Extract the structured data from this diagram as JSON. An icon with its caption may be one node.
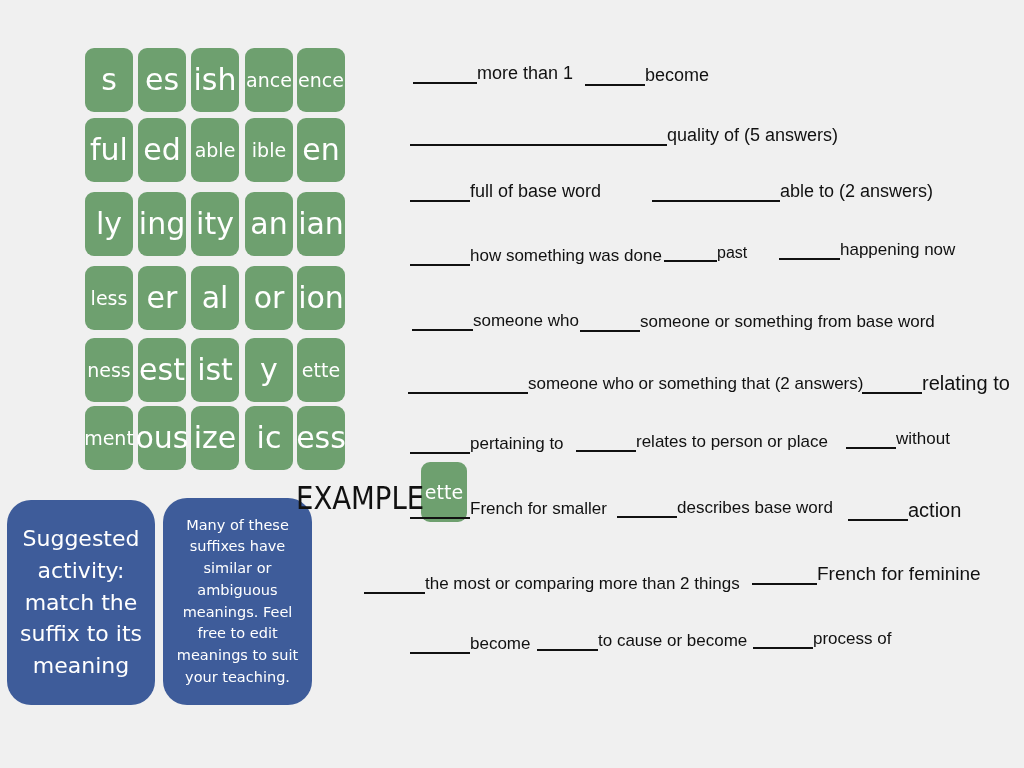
{
  "diagram": {
    "nodes": [
      {
        "text": [
          "s"
        ]
      },
      {
        "text": [
          "es"
        ]
      },
      {
        "text": [
          "ish"
        ]
      },
      {
        "text": [
          "ance"
        ]
      },
      {
        "text": [
          "ence"
        ]
      },
      {
        "text": [
          "ful"
        ]
      },
      {
        "text": [
          "ed"
        ]
      },
      {
        "text": [
          "able"
        ]
      },
      {
        "text": [
          "ible"
        ]
      },
      {
        "text": [
          "en"
        ]
      },
      {
        "text": [
          "ly"
        ]
      },
      {
        "text": [
          "ing"
        ]
      },
      {
        "text": [
          "ity"
        ]
      },
      {
        "text": [
          "an"
        ]
      },
      {
        "text": [
          "ian"
        ]
      },
      {
        "text": [
          "less"
        ]
      },
      {
        "text": [
          "er"
        ]
      },
      {
        "text": [
          "al"
        ]
      },
      {
        "text": [
          "or"
        ]
      },
      {
        "text": [
          "ion"
        ]
      },
      {
        "text": [
          "ness"
        ]
      },
      {
        "text": [
          "est"
        ]
      },
      {
        "text": [
          "ist"
        ]
      },
      {
        "text": [
          "y"
        ]
      },
      {
        "text": [
          "ette"
        ]
      },
      {
        "text": [
          "ment"
        ]
      },
      {
        "text": [
          "ous"
        ]
      },
      {
        "text": [
          "ize"
        ]
      },
      {
        "text": [
          "ic"
        ]
      },
      {
        "text": [
          "ess"
        ]
      },
      {
        "text": [
          "ette"
        ]
      },
      {
        "text": [
          "Suggested activity: match the suffix to its meaning"
        ]
      },
      {
        "text": [
          "Many of these suffixes have similar or ambiguous meanings. Feel free to edit meanings to suit your teaching."
        ]
      }
    ],
    "labels": [
      "EXAMPLE",
      "more than 1",
      "become",
      "quality of (5 answers)",
      "full of base word",
      "able to (2 answers)",
      "how something was done",
      "past",
      "happening now",
      "someone who",
      "someone or something from base word",
      "someone who or something that (2 answers)",
      "relating to",
      "pertaining to",
      "relates to person or place",
      "without",
      "French for smaller",
      "describes base word",
      "action",
      "the most or comparing more than 2 things",
      "French for feminine",
      "become",
      "to cause or become",
      "process of"
    ]
  }
}
